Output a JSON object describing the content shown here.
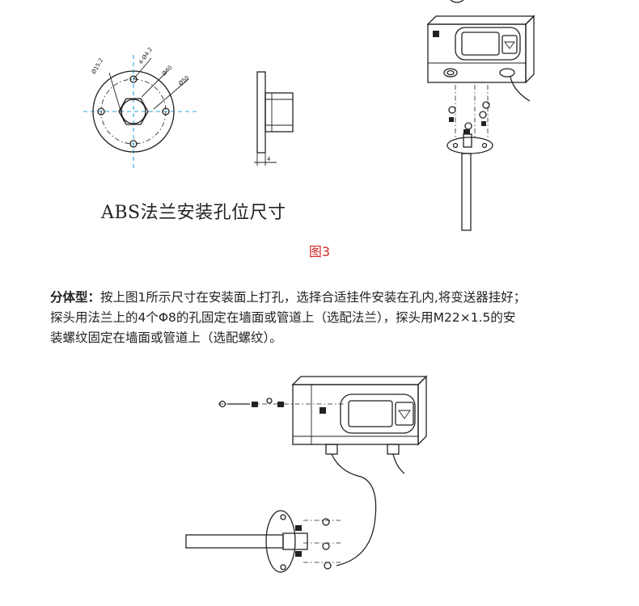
{
  "flange_drawing": {
    "dim_d152": "Ø15.2",
    "dim_4phi42": "4-Ø4.2",
    "dim_d40": "Ø40",
    "dim_d50": "Ø50",
    "dim_thickness": "4"
  },
  "flange_caption": "ABS法兰安装孔位尺寸",
  "figure_label": "图3",
  "description": {
    "lead": "分体型：",
    "line1": "按上图1所示尺寸在安装面上打孔，选择合适挂件安装在孔内,将变送器挂好；",
    "line2": "探头用法兰上的4个Φ8的孔固定在墙面或管道上（选配法兰），探头用M22×1.5的安",
    "line3": "装螺纹固定在墙面或管道上（选配螺纹）。"
  },
  "icons": [
    "flange-front-drawing",
    "flange-side-drawing",
    "integrated-transmitter-illustration",
    "split-transmitter-illustration"
  ]
}
